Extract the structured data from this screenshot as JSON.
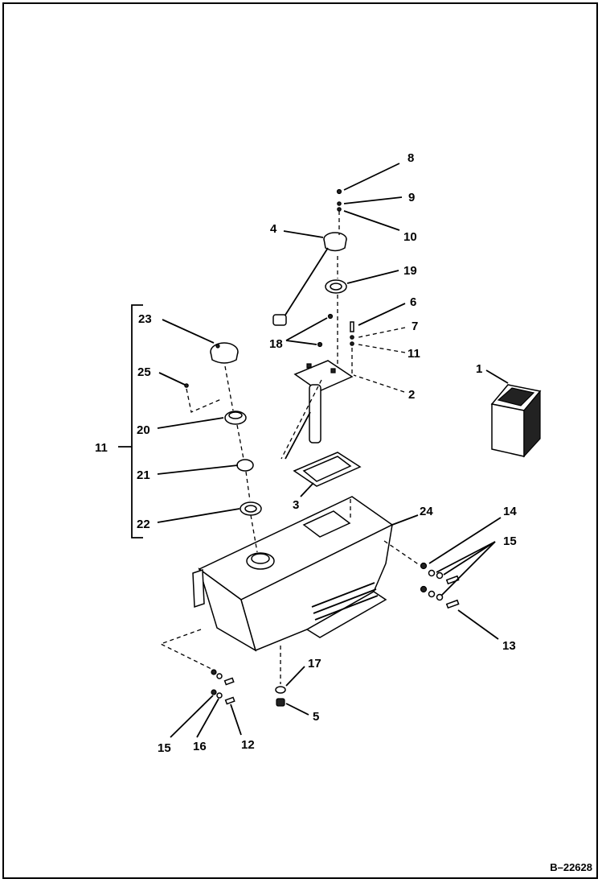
{
  "labels": {
    "l1": "1",
    "l2": "2",
    "l3": "3",
    "l4": "4",
    "l5": "5",
    "l6": "6",
    "l7": "7",
    "l8": "8",
    "l9": "9",
    "l10": "10",
    "l11a": "11",
    "l11b": "11",
    "l12": "12",
    "l13": "13",
    "l14": "14",
    "l15a": "15",
    "l15b": "15",
    "l16": "16",
    "l17": "17",
    "l18": "18",
    "l19": "19",
    "l20": "20",
    "l21": "21",
    "l22": "22",
    "l23": "23",
    "l24": "24",
    "l25": "25"
  },
  "drawing_number": "B–22628"
}
